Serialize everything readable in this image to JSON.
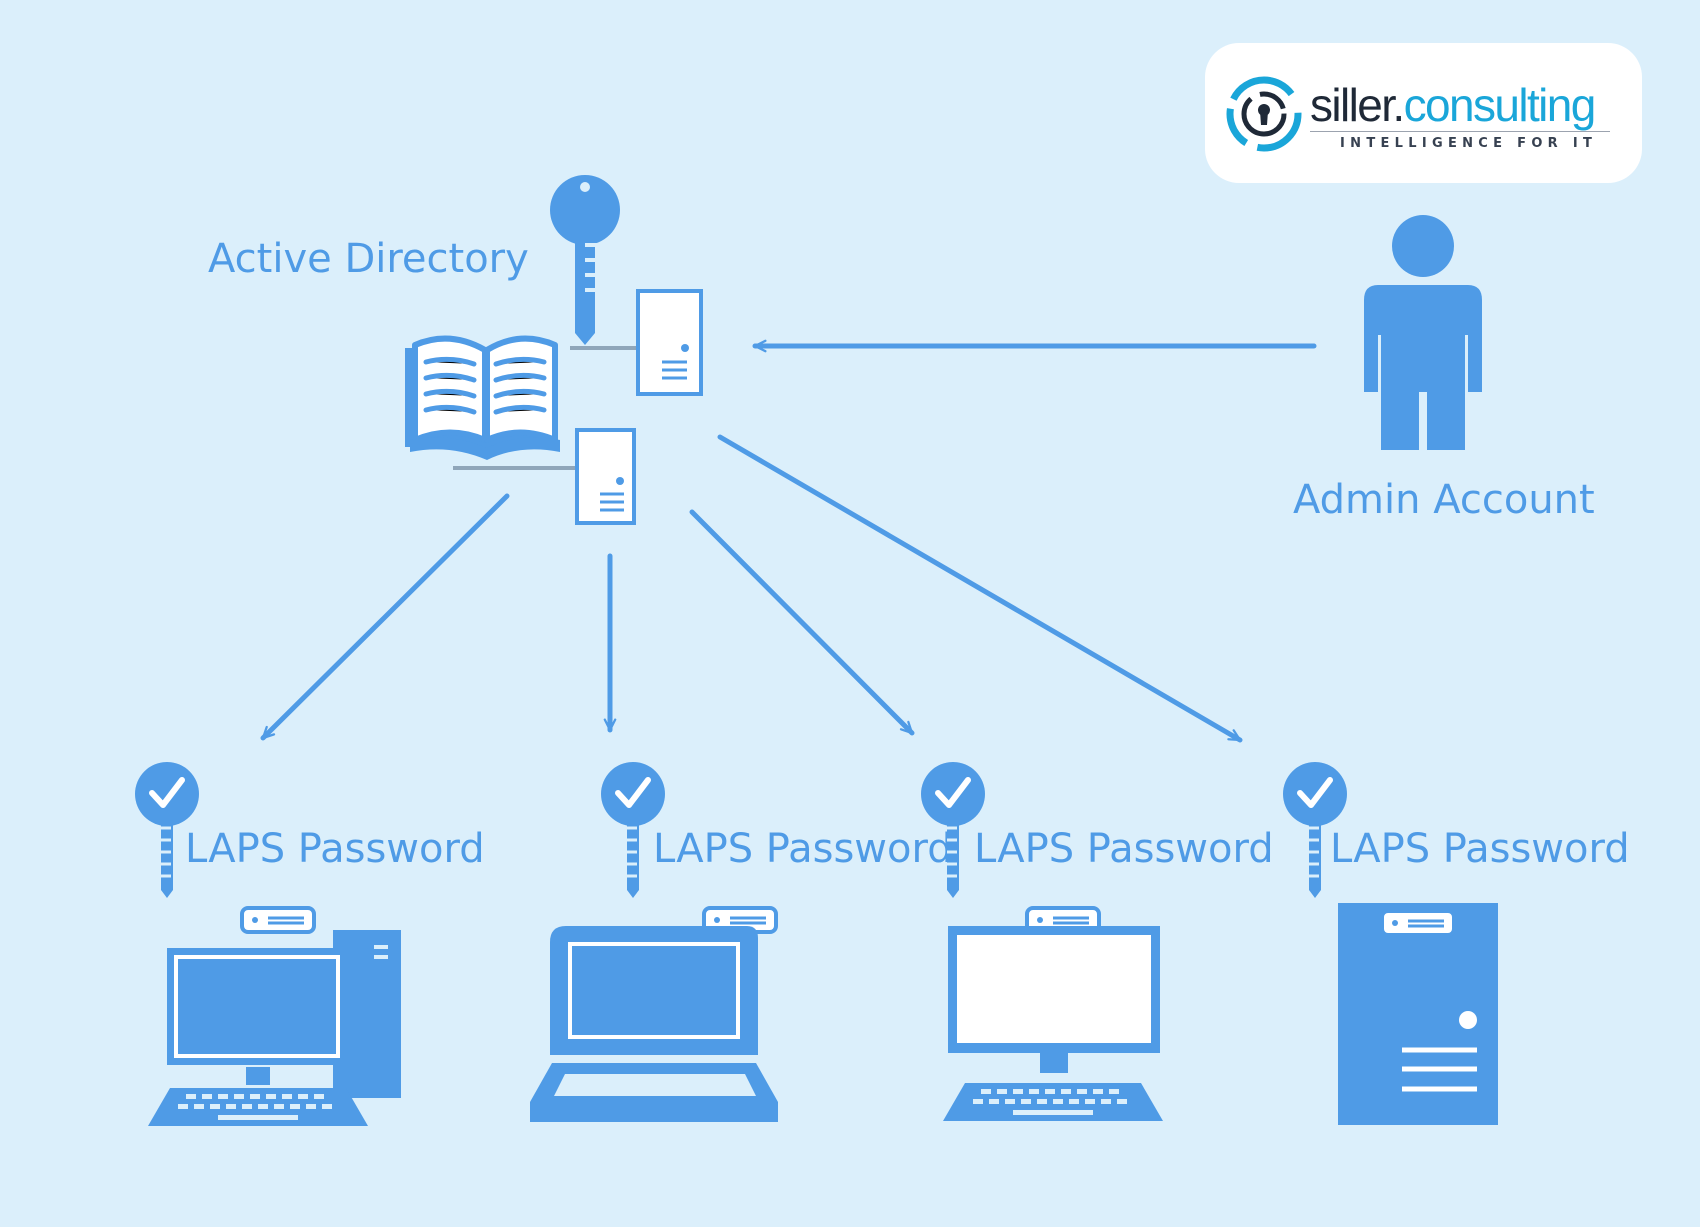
{
  "labels": {
    "active_directory": "Active Directory",
    "admin_account": "Admin Account",
    "laps_password": "LAPS Password"
  },
  "logo": {
    "brand_part1": "siller.",
    "brand_part2": "consulting",
    "tagline": "INTELLIGENCE FOR IT"
  },
  "colors": {
    "background": "#dbeffb",
    "accent": "#4f9be6",
    "connector_gray": "#8fa6ba",
    "logo_dark": "#1f2937",
    "logo_cyan": "#1aa6d9"
  },
  "icons": [
    "key-icon",
    "open-book-icon",
    "server-icon",
    "person-icon",
    "checkmark-key-icon",
    "desktop-tower-icon",
    "laptop-icon",
    "monitor-keyboard-icon",
    "server-tower-icon",
    "keyhole-logo-icon"
  ]
}
